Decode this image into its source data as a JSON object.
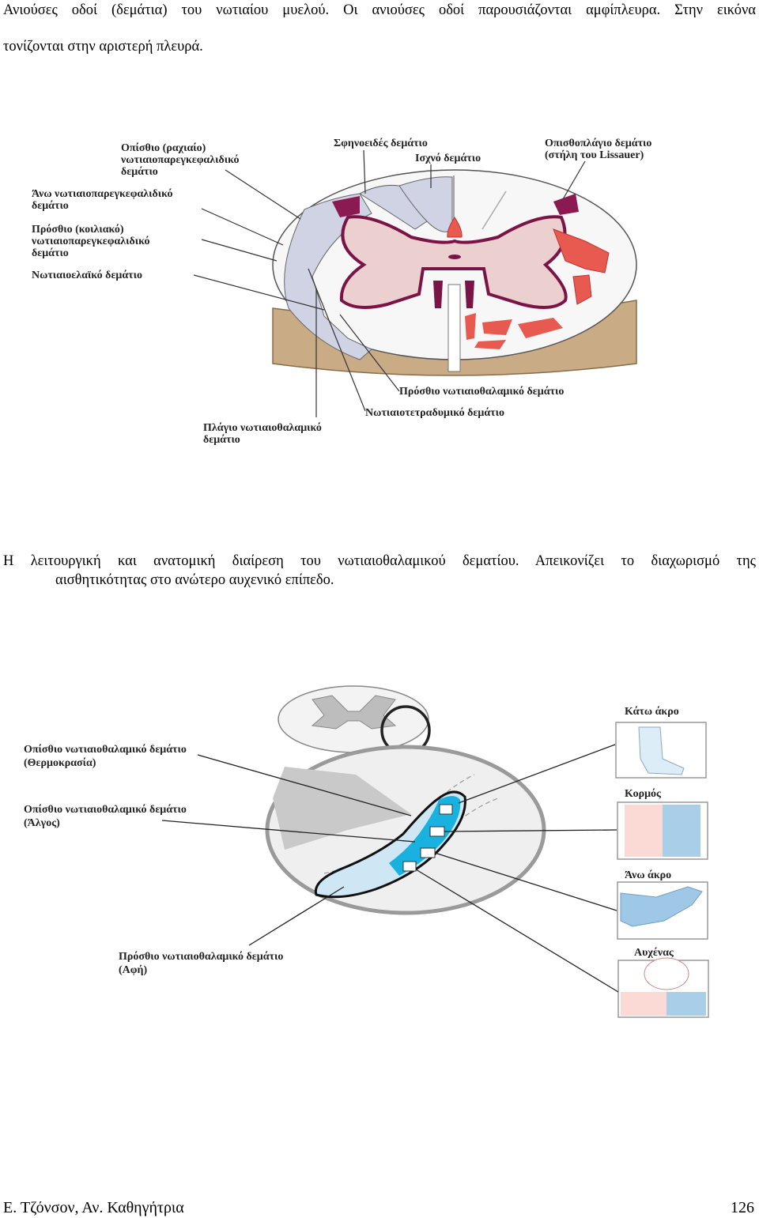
{
  "intro": {
    "line1": "Ανιούσες οδοί (δεμάτια) του νωτιαίου μυελού. Οι ανιούσες οδοί παρουσιάζονται αμφίπλευρα. Στην εικόνα",
    "line2": "τονίζονται στην αριστερή πλευρά."
  },
  "figure1": {
    "labels": {
      "posterior_spinocerebellar_1": "Οπίσθιο (ραχιαίο)",
      "posterior_spinocerebellar_2": "νωτιαιοπαρεγκεφαλιδικό",
      "posterior_spinocerebellar_3": "δεμάτιο",
      "upper_spinocerebellar_1": "Άνω νωτιαιοπαρεγκεφαλιδικό",
      "upper_spinocerebellar_2": "δεμάτιο",
      "anterior_spinocerebellar_1": "Πρόσθιο (κοιλιακό)",
      "anterior_spinocerebellar_2": "νωτιαιοπαρεγκεφαλιδικό",
      "anterior_spinocerebellar_3": "δεμάτιο",
      "spino_olivary": "Νωτιαιοελαϊκό δεμάτιο",
      "cuneate": "Σφηνοειδές δεμάτιο",
      "gracile": "Ισχνό δεμάτιο",
      "lissauer_1": "Οπισθοπλάγιο δεμάτιο",
      "lissauer_2": "(στήλη του Lissauer)",
      "anterior_spinothalamic": "Πρόσθιο νωτιαιοθαλαμικό δεμάτιο",
      "spinotectal": "Νωτιαιοτετραδυμικό δεμάτιο",
      "lateral_spinothalamic_1": "Πλάγιο νωτιαιοθαλαμικό",
      "lateral_spinothalamic_2": "δεμάτιο"
    }
  },
  "caption": {
    "line1": "Η λειτουργική και ανατομική διαίρεση του νωτιαιοθαλαμικού δεματίου. Απεικονίζει το διαχωρισμό της",
    "line2": "αισθητικότητας στο ανώτερο αυχενικό επίπεδο."
  },
  "figure2": {
    "labels": {
      "temperature_1": "Οπίσθιο νωτιαιοθαλαμικό δεμάτιο",
      "temperature_2": "(Θερμοκρασία)",
      "pain_1": "Οπίσθιο νωτιαιοθαλαμικό δεμάτιο",
      "pain_2": "(Άλγος)",
      "touch_1": "Πρόσθιο νωτιαιοθαλαμικό δεμάτιο",
      "touch_2": "(Αφή)",
      "lower_limb": "Κάτω άκρο",
      "trunk": "Κορμός",
      "upper_limb": "Άνω άκρο",
      "neck": "Αυχένας"
    }
  },
  "footer": {
    "author": "Ε. Τζόνσον, Αν. Καθηγήτρια",
    "page": "126"
  }
}
